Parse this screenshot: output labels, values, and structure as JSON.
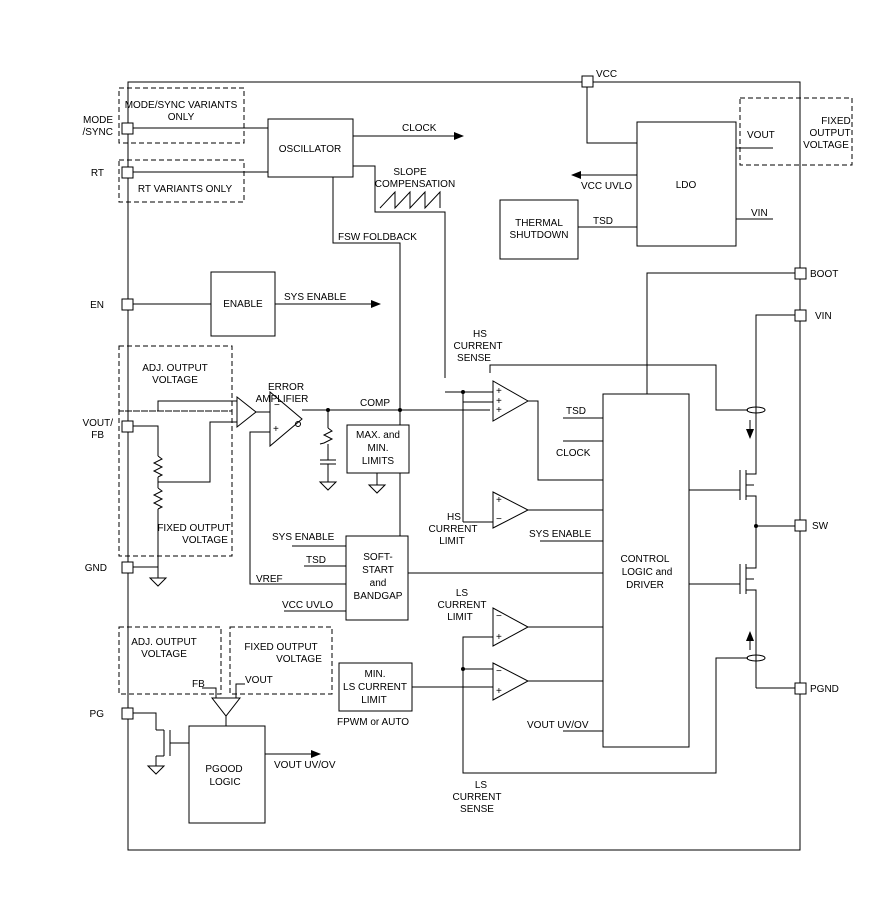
{
  "pins": {
    "vcc": "VCC",
    "mode_sync": [
      "MODE",
      "/SYNC"
    ],
    "rt": "RT",
    "en": "EN",
    "vout_fb": [
      "VOUT/",
      "FB"
    ],
    "gnd": "GND",
    "pg": "PG",
    "boot": "BOOT",
    "vin": "VIN",
    "sw": "SW",
    "pgnd": "PGND"
  },
  "variant_notes": {
    "mode_sync": [
      "MODE/SYNC VARIANTS",
      "ONLY"
    ],
    "rt": "RT VARIANTS ONLY",
    "adj_output_top": [
      "ADJ. OUTPUT",
      "VOLTAGE"
    ],
    "fixed_output_left": [
      "FIXED OUTPUT",
      "VOLTAGE"
    ],
    "fixed_output_right": [
      "FIXED",
      "OUTPUT",
      "VOLTAGE"
    ],
    "adj_output_bottom": [
      "ADJ. OUTPUT",
      "VOLTAGE"
    ],
    "fixed_output_bottom": [
      "FIXED OUTPUT",
      "VOLTAGE"
    ]
  },
  "blocks": {
    "oscillator": "OSCILLATOR",
    "ldo": "LDO",
    "thermal": [
      "THERMAL",
      "SHUTDOWN"
    ],
    "enable": "ENABLE",
    "maxmin": [
      "MAX. and",
      "MIN.",
      "LIMITS"
    ],
    "softstart": [
      "SOFT-",
      "START",
      "and",
      "BANDGAP"
    ],
    "min_ls": [
      "MIN.",
      "LS CURRENT",
      "LIMIT"
    ],
    "pgood": [
      "PGOOD",
      "LOGIC"
    ],
    "control": [
      "CONTROL",
      "LOGIC and",
      "DRIVER"
    ]
  },
  "signals": {
    "clock": "CLOCK",
    "slope": [
      "SLOPE",
      "COMPENSATION"
    ],
    "vcc_uvlo": "VCC UVLO",
    "tsd": "TSD",
    "ldo_vout": "VOUT",
    "ldo_vin": "VIN",
    "fsw_foldback": "FSW FOLDBACK",
    "sys_enable": "SYS ENABLE",
    "error_amp": [
      "ERROR",
      "AMPLIFIER"
    ],
    "comp": "COMP",
    "hs_current_sense": [
      "HS",
      "CURRENT",
      "SENSE"
    ],
    "hs_current_limit": [
      "HS",
      "CURRENT",
      "LIMIT"
    ],
    "ls_current_limit": [
      "LS",
      "CURRENT",
      "LIMIT"
    ],
    "ls_current_sense": [
      "LS",
      "CURRENT",
      "SENSE"
    ],
    "tsd_ctrl": "TSD",
    "clock_ctrl": "CLOCK",
    "sys_enable_ctrl": "SYS ENABLE",
    "ss_sys_enable": "SYS ENABLE",
    "ss_tsd": "TSD",
    "ss_vref": "VREF",
    "ss_vcc_uvlo": "VCC UVLO",
    "fpwm_auto": "FPWM or AUTO",
    "vout_uvov_ctrl": "VOUT UV/OV",
    "vout_uvov_pg": "VOUT UV/OV",
    "fb": "FB",
    "vout_pg": "VOUT"
  }
}
